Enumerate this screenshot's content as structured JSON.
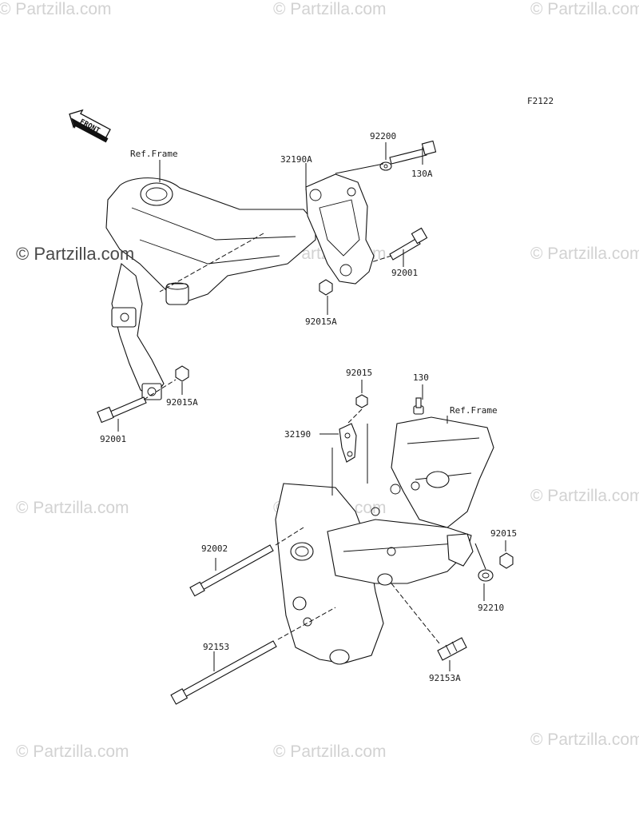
{
  "diagram_code": "F2122",
  "front_arrow_label": "FRONT",
  "watermark_text": "© Partzilla.com",
  "callouts": {
    "ref_frame_top": "Ref.Frame",
    "p32190A": "32190A",
    "p92200": "92200",
    "p130A": "130A",
    "p92001_upper": "92001",
    "p92015A_upper": "92015A",
    "p92015A_lower": "92015A",
    "p92001_lower": "92001",
    "p92015_top": "92015",
    "p130": "130",
    "ref_frame_bottom": "Ref.Frame",
    "p32190": "32190",
    "p92002": "92002",
    "p92015_right": "92015",
    "p92210": "92210",
    "p92153": "92153",
    "p92153A": "92153A"
  }
}
